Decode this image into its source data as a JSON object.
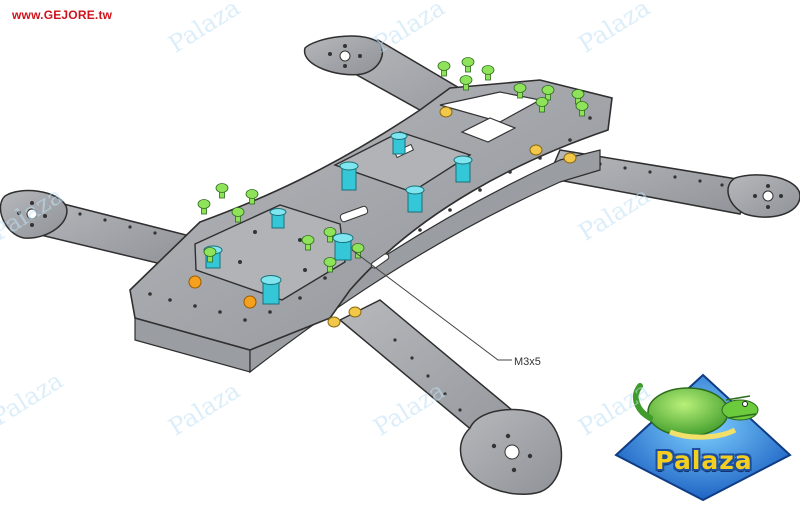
{
  "header": {
    "site_url": "www.GEJORE.tw"
  },
  "watermark": {
    "text": "Palaza"
  },
  "callout": {
    "label": "M3x5"
  },
  "logo": {
    "text": "Palaza",
    "mascot": "green-dragon-icon"
  },
  "colors": {
    "plate": "#a7a9ad",
    "plate_edge": "#3a3a3a",
    "screw_green": "#8fe35a",
    "standoff_cyan": "#34c7d8",
    "nut_orange": "#f5a11e",
    "spacer_yellow": "#f2c84a",
    "url_red": "#d0121b",
    "logo_yellow": "#f5cf1f",
    "logo_blue": "#1d4f9e"
  }
}
